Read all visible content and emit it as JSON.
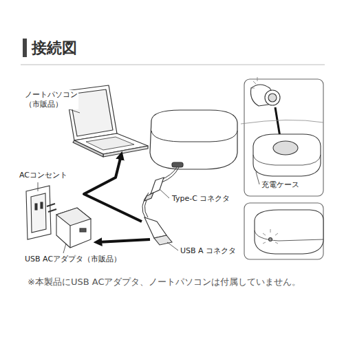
{
  "diagram": {
    "title": "接続図",
    "caption": "※本製品にUSB ACアダプタ、ノートパソコンは付属していません。",
    "labels": [
      "ノートパソコン （市販品）",
      "ACコンセント",
      "USB ACアダプタ（市販品）",
      "Type-C コネクタ",
      "USB A コネクタ",
      "充電ケース"
    ]
  }
}
